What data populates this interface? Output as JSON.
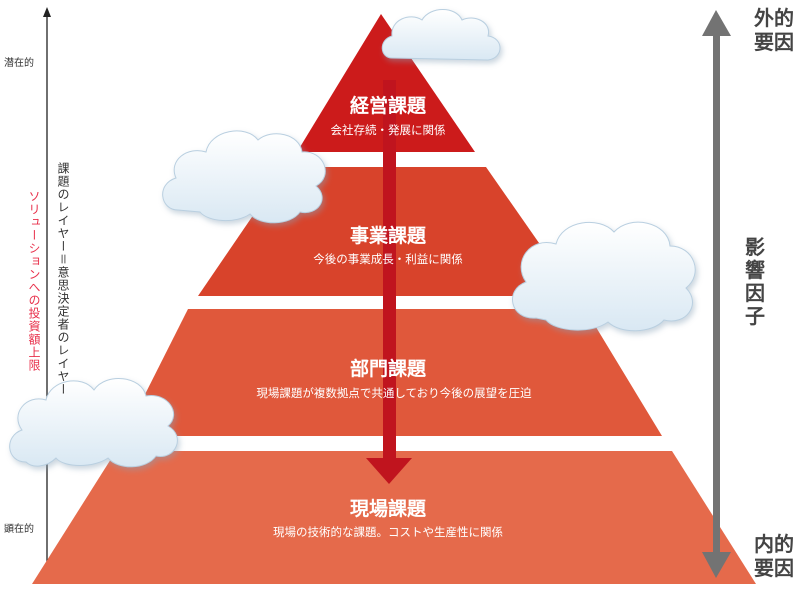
{
  "left_axis": {
    "top_label": "潜在的",
    "bottom_label": "顕在的",
    "note_layers": "課題のレイヤー＝意思決定者のレイヤー",
    "note_investment": "ソリューションへの投資額上限"
  },
  "tiers": [
    {
      "title": "経営課題",
      "subtitle": "会社存続・発展に関係"
    },
    {
      "title": "事業課題",
      "subtitle": "今後の事業成長・利益に関係"
    },
    {
      "title": "部門課題",
      "subtitle": "現場課題が複数拠点で共通しており今後の展望を圧迫"
    },
    {
      "title": "現場課題",
      "subtitle": "現場の技術的な課題。コストや生産性に関係"
    }
  ],
  "right_axis": {
    "top_label": "外的要因",
    "middle_label": "影響因子",
    "bottom_label": "内的要因"
  },
  "colors": {
    "tier1": "#cc1b1b",
    "tier2": "#d8432b",
    "tier3": "#e0583b",
    "tier4": "#e56a4b",
    "center_arrow": "#c0141e",
    "right_arrow": "#737373",
    "investment_note": "#e8304b"
  }
}
